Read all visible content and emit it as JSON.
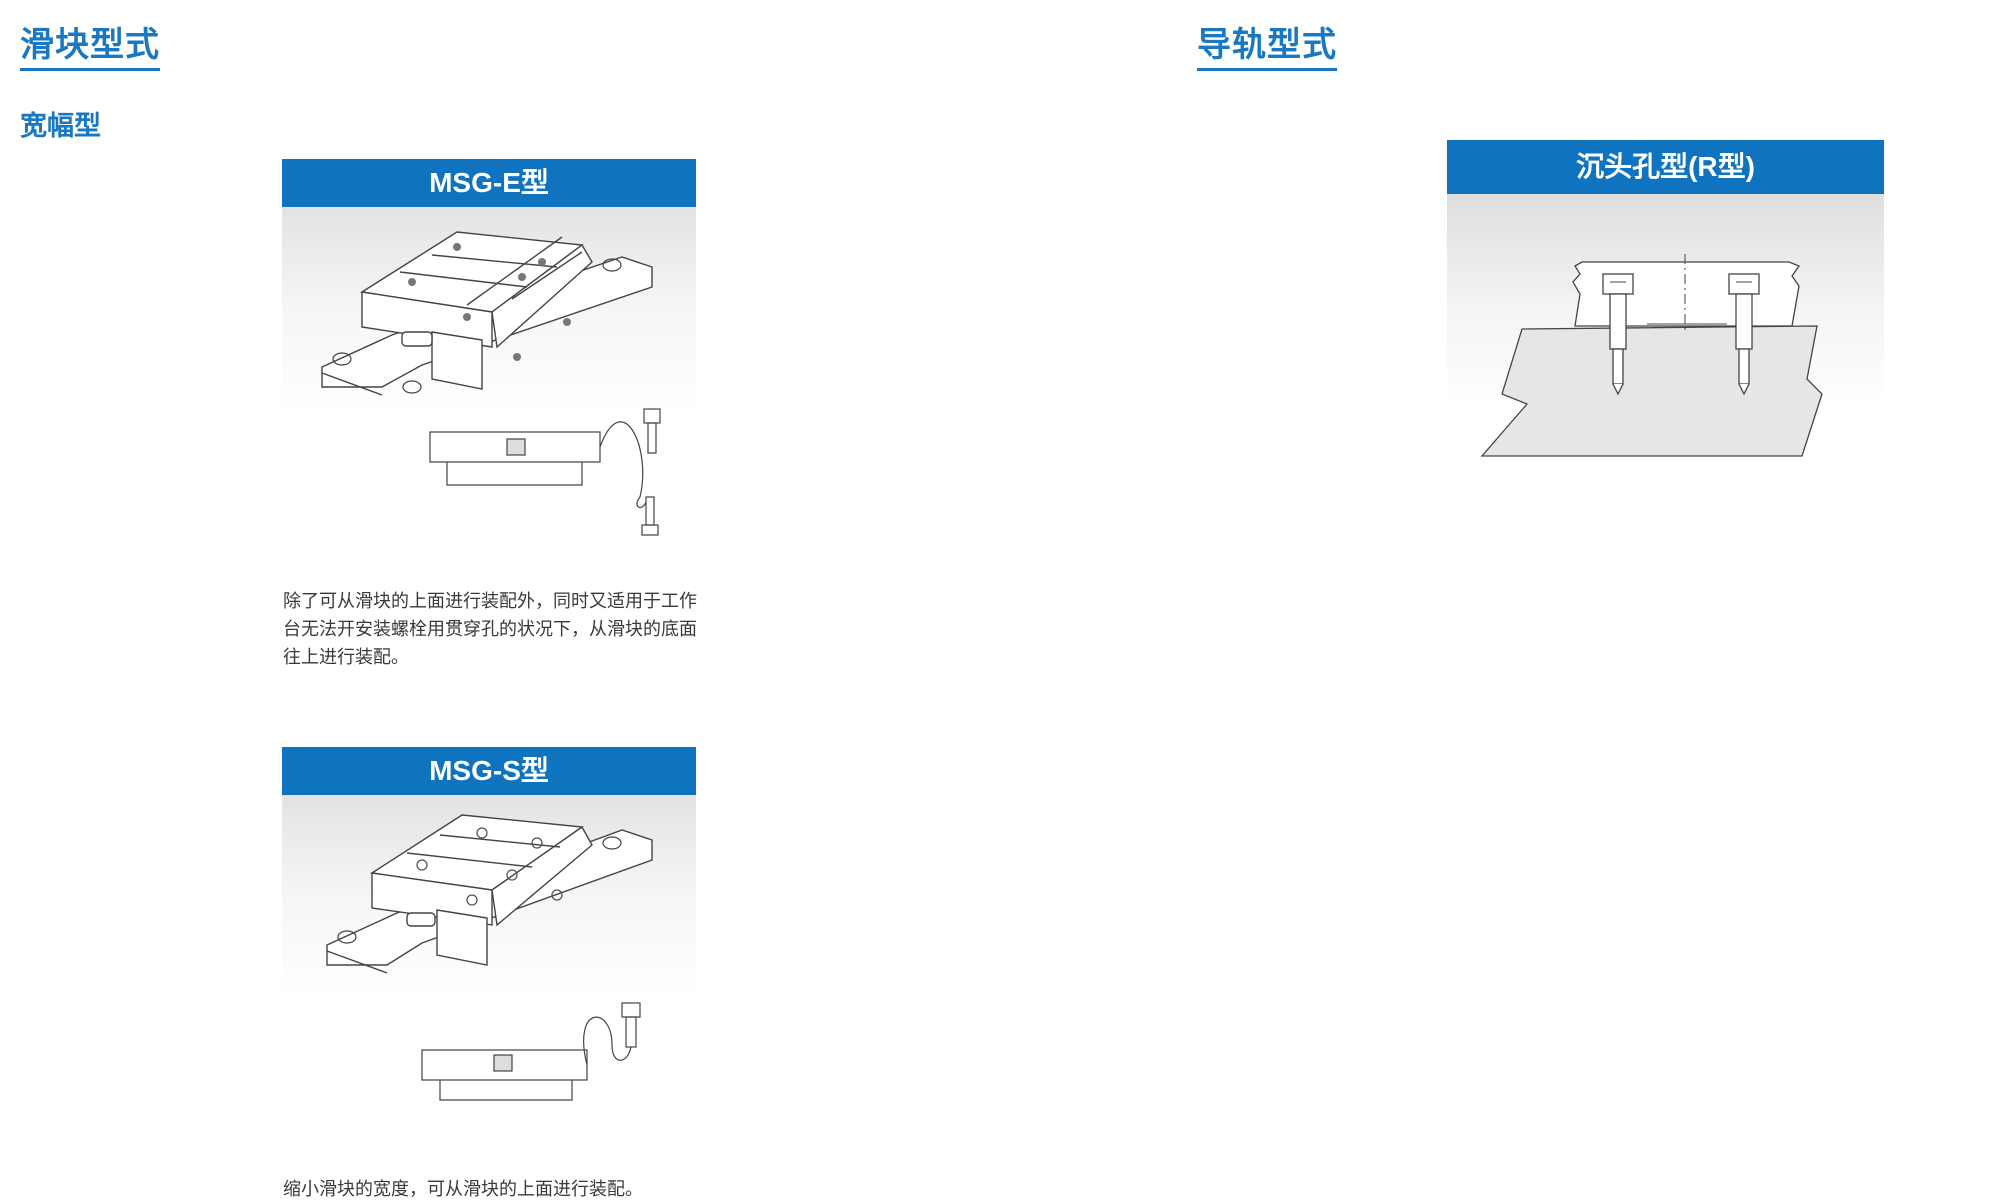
{
  "left": {
    "title": "滑块型式",
    "subtitle": "宽幅型",
    "cards": [
      {
        "label": "MSG-E型",
        "description": "除了可从滑块的上面进行装配外，同时又适用于工作台无法开安装螺栓用贯穿孔的状况下，从滑块的底面往上进行装配。"
      },
      {
        "label": "MSG-S型",
        "description": "缩小滑块的宽度，可从滑块的上面进行装配。"
      }
    ]
  },
  "right": {
    "title": "导轨型式",
    "cards": [
      {
        "label": "沉头孔型(R型)"
      }
    ]
  },
  "colors": {
    "accent": "#1a78c2",
    "header_bg": "#0f73bf"
  }
}
